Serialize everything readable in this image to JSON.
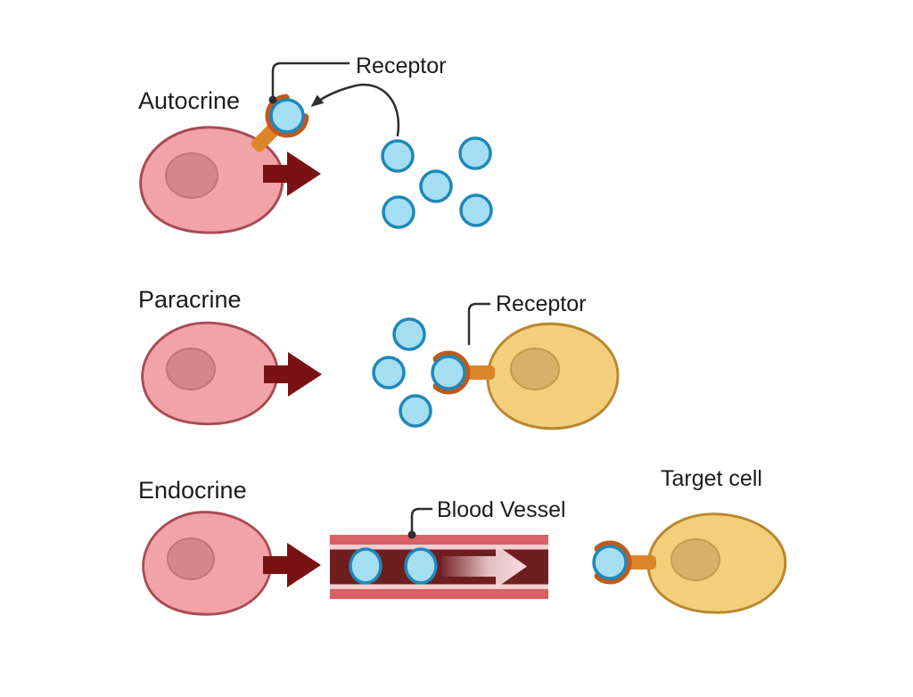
{
  "diagram": {
    "subject": "cell-signaling-types",
    "sections": {
      "autocrine": {
        "label": "Autocrine",
        "receptor_label": "Receptor",
        "free_ligand_count": 5,
        "bound_ligand_count": 1
      },
      "paracrine": {
        "label": "Paracrine",
        "receptor_label": "Receptor",
        "free_ligand_count": 3,
        "bound_ligand_count": 1
      },
      "endocrine": {
        "label": "Endocrine",
        "vessel_label": "Blood Vessel",
        "target_cell_label": "Target cell",
        "vessel_ligand_count": 2,
        "bound_ligand_count": 1
      }
    },
    "colors": {
      "background": "#FFFFFF",
      "secreting_cell_fill": "#F1A3A8",
      "secreting_cell_border": "#A84B54",
      "secreting_nucleus_fill": "#D5868C",
      "secreting_nucleus_border": "#C4737A",
      "secretion_arrow": "#7A1113",
      "ligand_fill": "#A5DEF3",
      "ligand_border": "#1F88B7",
      "receptor_stem": "#DD8627",
      "receptor_cup": "#BF5A1D",
      "target_cell_fill": "#F3CF7C",
      "target_cell_border": "#B9872F",
      "target_nucleus_fill": "#D9B069",
      "target_nucleus_border": "#C79C4B",
      "vessel_wall": "#D96065",
      "vessel_wall_stripe": "#F2CFCE",
      "vessel_lumen": "#6F1D20",
      "blood_flow_arrow": "#F8DCDF",
      "label_text": "#1C1C1C",
      "annotation_line": "#2E2E2E"
    }
  }
}
